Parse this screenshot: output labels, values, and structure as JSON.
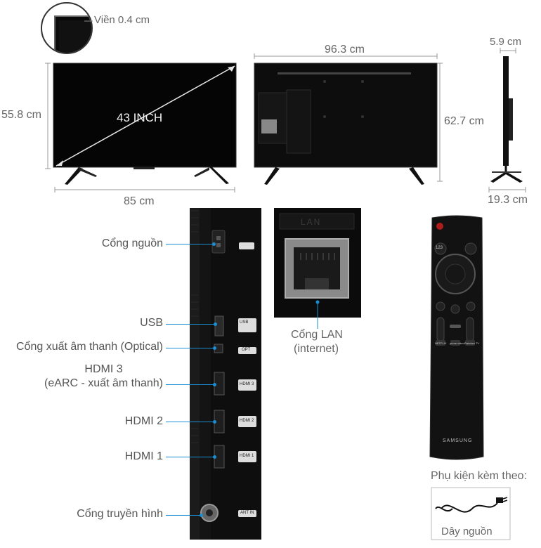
{
  "dimensions": {
    "bezel": "Viền 0.4 cm",
    "height_front": "55.8 cm",
    "diagonal": "43 INCH",
    "width_front": "85 cm",
    "width_back": "96.3 cm",
    "height_back": "62.7 cm",
    "depth_top": "5.9 cm",
    "depth_stand": "19.3 cm"
  },
  "ports": [
    {
      "label": "Cổng nguồn",
      "badge": ""
    },
    {
      "label": "USB",
      "badge": "USB"
    },
    {
      "label": "Cổng xuất âm thanh (Optical)",
      "badge": "OPT"
    },
    {
      "label": "HDMI 3",
      "label2": "(eARC - xuất âm thanh)",
      "badge": "HDMI 3"
    },
    {
      "label": "HDMI 2",
      "badge": "HDMI 2"
    },
    {
      "label": "HDMI 1",
      "badge": "HDMI 1"
    },
    {
      "label": "Cổng truyền hình",
      "badge": "ANT IN"
    }
  ],
  "lan": {
    "label_line1": "Cổng LAN",
    "label_line2": "(internet)",
    "port_text": "LAN"
  },
  "remote": {
    "brand": "SAMSUNG",
    "buttons": [
      "123",
      "NETFLIX",
      "prime video",
      "Rakuten TV"
    ]
  },
  "accessories": {
    "title": "Phụ kiện kèm theo:",
    "item": "Dây nguồn"
  },
  "colors": {
    "leader": "#1a8fd6",
    "tv_body": "#0a0a0a"
  }
}
